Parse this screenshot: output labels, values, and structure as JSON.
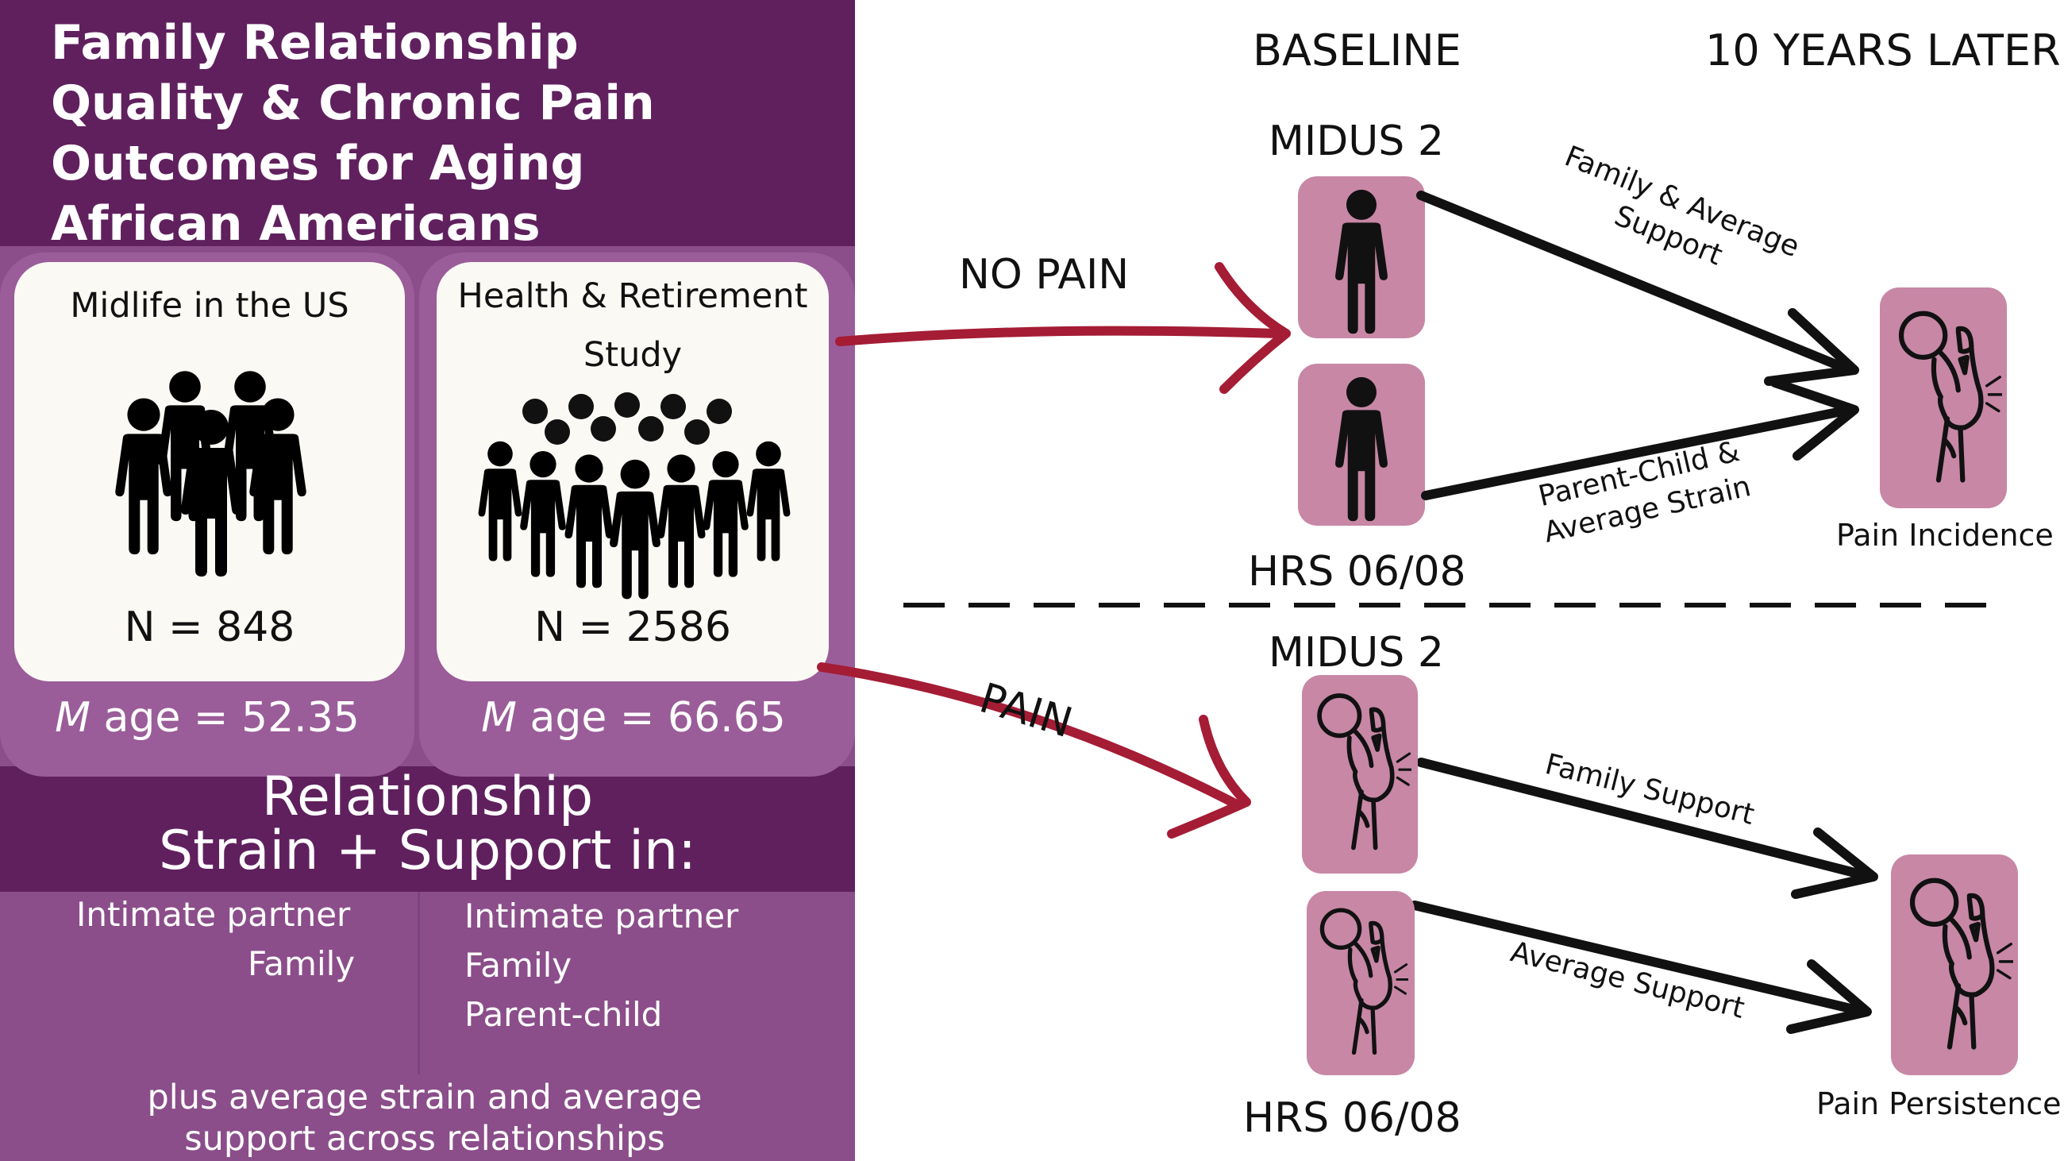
{
  "title": [
    "Family Relationship",
    "Quality & Chronic Pain",
    "Outcomes for Aging",
    "African Americans"
  ],
  "studies": [
    {
      "name": "Midlife in the US",
      "n": "N = 848",
      "mage_prefix": "M",
      "mage_text": " age = 52.35",
      "measures": [
        "Intimate partner",
        "Family"
      ]
    },
    {
      "name_line1": "Health & Retirement",
      "name_line2": "Study",
      "n": "N = 2586",
      "mage_prefix": "M",
      "mage_text": " age = 66.65",
      "measures": [
        "Intimate partner",
        "Family",
        "Parent-child"
      ]
    }
  ],
  "relationship_title": [
    "Relationship",
    "Strain + Support in:"
  ],
  "footnote": [
    "plus average strain and average",
    "support across relationships"
  ],
  "headers": {
    "baseline": "BASELINE",
    "later": "10 YEARS LATER"
  },
  "top_section": {
    "condition": "NO PAIN",
    "sample_top": "MIDUS 2",
    "sample_bottom": "HRS 06/08",
    "path_top": [
      "Family & Average",
      "Support"
    ],
    "path_bottom": [
      "Parent-Child &",
      "Average Strain"
    ],
    "outcome": "Pain Incidence"
  },
  "bottom_section": {
    "condition": "PAIN",
    "sample_top": "MIDUS 2",
    "sample_bottom": "HRS 06/08",
    "path_top": "Family Support",
    "path_bottom": "Average Support",
    "outcome": "Pain Persistence"
  },
  "colors": {
    "purple_dark": "#60205e",
    "purple_mid": "#8b4e8a",
    "pink_box": "#c787a5",
    "red_arrow": "#a51c35"
  }
}
